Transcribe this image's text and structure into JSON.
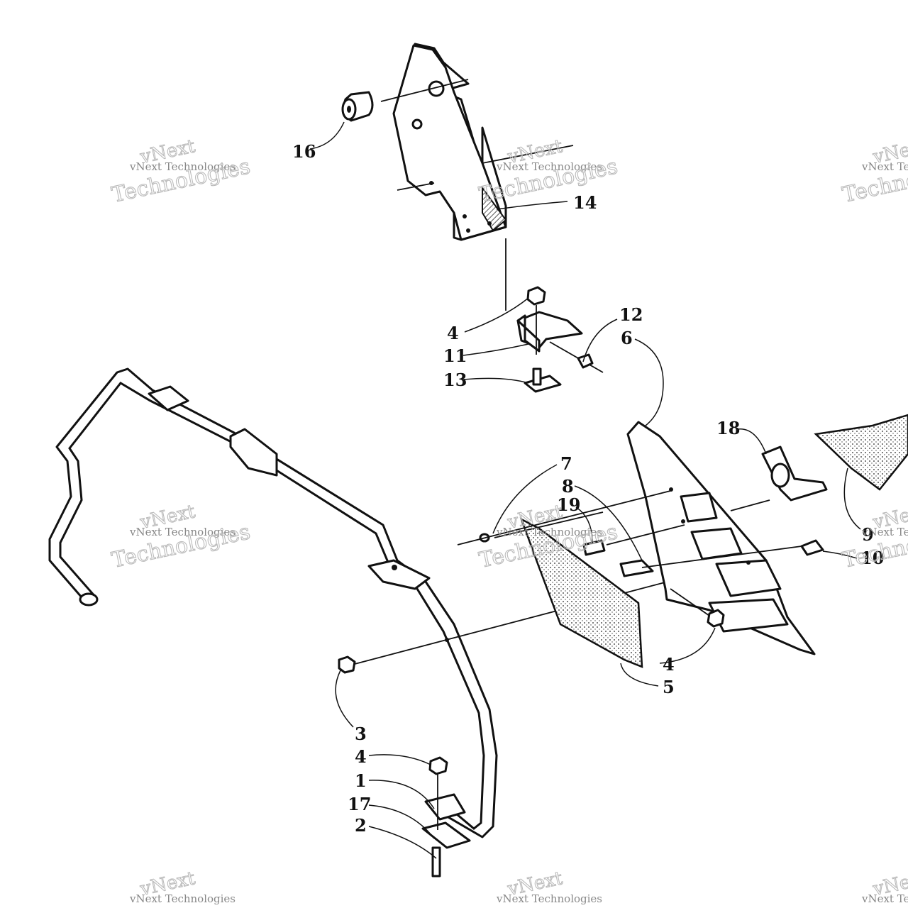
{
  "labels": {
    "l1": "1",
    "l2": "2",
    "l3": "3",
    "l4a": "4",
    "l4b": "4",
    "l4c": "4",
    "l5": "5",
    "l6": "6",
    "l7": "7",
    "l8": "8",
    "l9": "9",
    "l10": "10",
    "l11": "11",
    "l12": "12",
    "l13": "13",
    "l14": "14",
    "l16": "16",
    "l17": "17",
    "l18": "18",
    "l19": "19"
  },
  "watermark": {
    "brand": "vNext",
    "line": "vNext Technologies",
    "word": "Technologies"
  },
  "colors": {
    "ink": "#111111",
    "watermark": "#bbbbbb"
  }
}
